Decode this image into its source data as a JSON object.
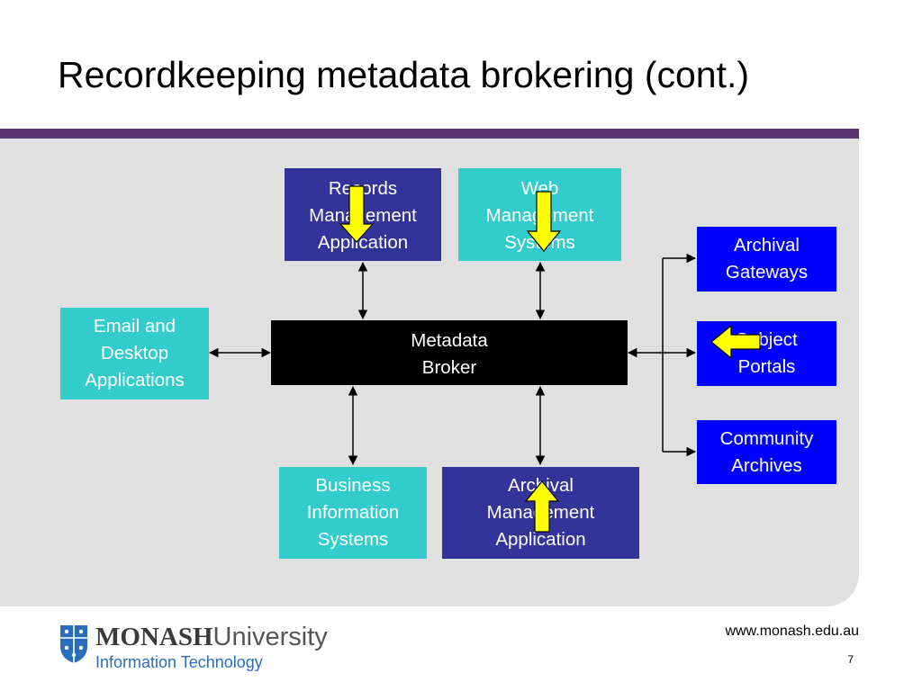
{
  "slide": {
    "title": "Recordkeeping metadata brokering (cont.)",
    "url": "www.monash.edu.au",
    "page_number": "7"
  },
  "boxes": {
    "records_mgmt": [
      "Records",
      "Management",
      "Application"
    ],
    "web_mgmt": [
      "Web",
      "Management",
      "Systems"
    ],
    "email_desktop": [
      "Email and",
      "Desktop",
      "Applications"
    ],
    "metadata_broker": [
      "Metadata",
      "Broker"
    ],
    "archival_gateways": [
      "Archival",
      "Gateways"
    ],
    "subject_portals": [
      "Subject",
      "Portals"
    ],
    "community_archives": [
      "Community",
      "Archives"
    ],
    "business_info": [
      "Business",
      "Information",
      "Systems"
    ],
    "archival_mgmt": [
      "Archival",
      "Management",
      "Application"
    ]
  },
  "logo": {
    "brand": "MONASH",
    "brand_suffix": "University",
    "faculty": "Information Technology"
  },
  "colors": {
    "navy": "#333399",
    "teal": "#33cccc",
    "blue": "#0000ff",
    "purple_bar": "#5b3573",
    "panel": "#e0e0e0",
    "arrow_fill": "#ffff00",
    "logo_blue": "#2a6ebb"
  },
  "icons": {
    "arrow_marker": "yellow-block-arrow",
    "logo_crest": "monash-crest-icon"
  }
}
